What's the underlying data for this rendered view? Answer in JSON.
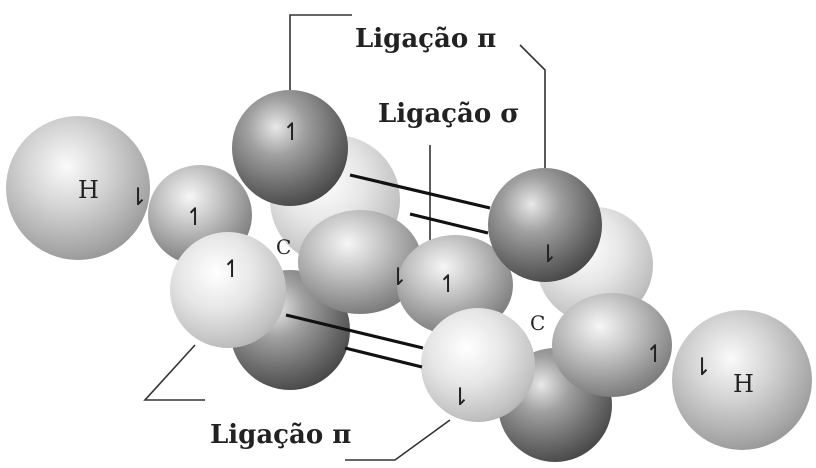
{
  "labels": {
    "pi_bond_top": "Ligação π",
    "sigma_bond": "Ligação σ",
    "pi_bond_bottom": "Ligação π",
    "hydrogen_left": "H",
    "hydrogen_right": "H",
    "carbon_left": "C",
    "carbon_right": "C"
  },
  "spins": {
    "arrow_up": "↿",
    "arrow_down": "⇂"
  },
  "colors": {
    "dark_lobe": "#5f5f5f",
    "mid_lobe": "#9a9a9a",
    "light_lobe": "#d2d2d2",
    "bond_line": "#111111",
    "leader_line": "#333333"
  }
}
